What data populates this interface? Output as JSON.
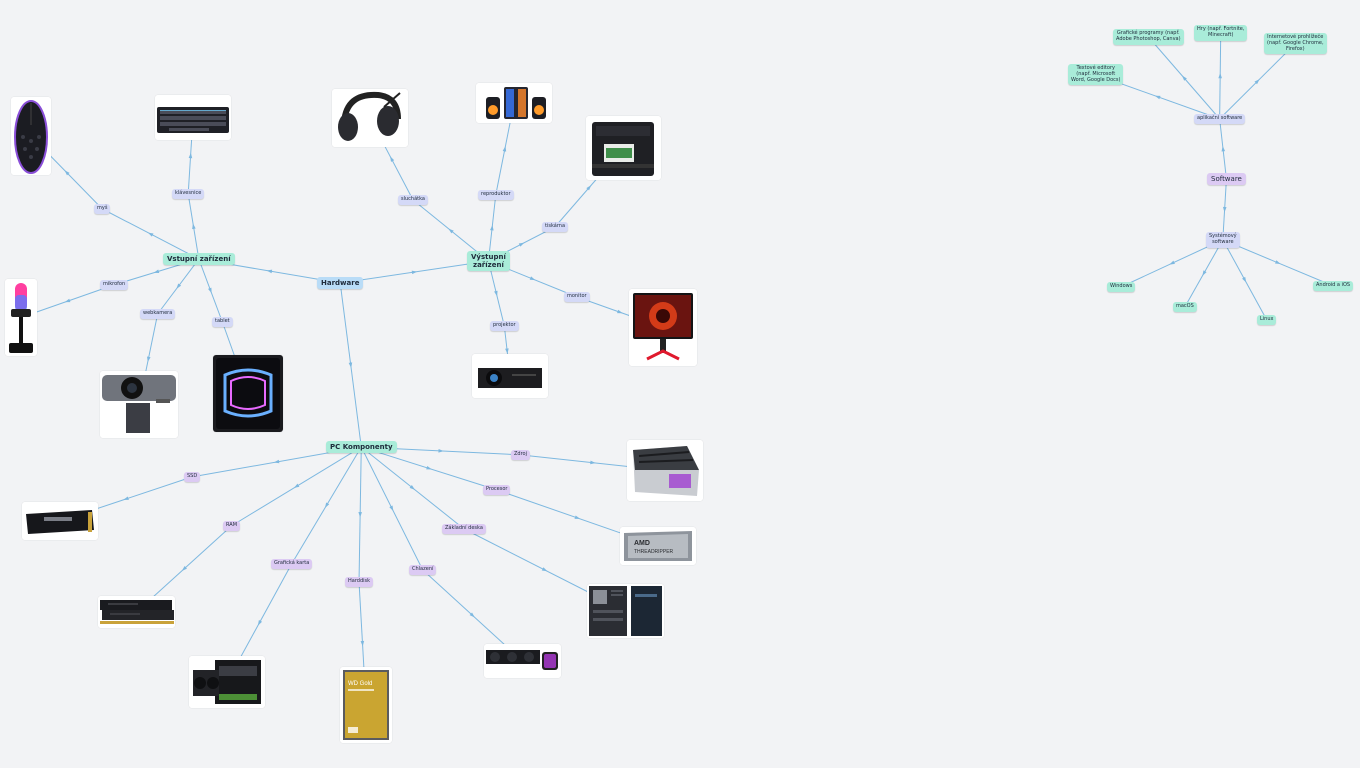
{
  "nodes": {
    "hardware": "Hardware",
    "vstupni": "Vstupní zařízení",
    "vystupni": "Výstupní\nzařízení",
    "pc": "PC Komponenty",
    "mys": "myš",
    "klavesnice": "klávesnice",
    "mikrofon": "mikrofon",
    "webkamera": "webkamera",
    "tablet": "tablet",
    "sluchatka": "sluchátka",
    "reproduktor": "reproduktor",
    "tiskarna": "tiskárna",
    "monitor": "monitor",
    "projektor": "projektor",
    "zdroj": "Zdroj",
    "ssd": "SSD",
    "procesor": "Procesor",
    "ram": "RAM",
    "zakladni_deska": "Základní deska",
    "graficka_karta": "Grafická karta",
    "chlazeni": "Chlazení",
    "harddisk": "Harddisk",
    "software": "Software",
    "aplikacni": "aplikační software",
    "systemovy": "Systémový\nsoftware",
    "graficke": "Grafické programy (např.\nAdobe Photoshop, Canva)",
    "hry": "Hry (např. Fortnite,\nMinecraft)",
    "internetove": "Internetové prohlížeče\n(např. Google Chrome,\nFirefox)",
    "textove": "Textové editory\n(např. Microsoft\nWord, Google Docs)",
    "windows": "Windows",
    "macos": "macOS",
    "linux": "Linux",
    "android": "Android a iOS"
  },
  "images": {
    "mouse": "mouse",
    "keyboard": "keyboard",
    "microphone": "microphone",
    "webcam": "webcam",
    "tablet": "tablet",
    "headphones": "headphones",
    "speakers": "speakers",
    "printer": "printer",
    "monitor": "monitor",
    "projector": "projector",
    "psu": "power-supply",
    "ssd": "ssd",
    "cpu": "cpu",
    "ram": "ram",
    "motherboard": "motherboard",
    "gpu": "graphics-card",
    "cooler": "liquid-cooler",
    "hdd": "hard-disk"
  },
  "image_text": {
    "cpu_brand": "AMD",
    "cpu_model": "THREADRIPPER",
    "hdd_brand": "WD Gold"
  },
  "colors": {
    "background": "#f2f3f5",
    "edge": "#7db8e0",
    "hardware": "#b9dcf7",
    "teal": "#a9ecd9",
    "blue": "#d4d9f7",
    "purple": "#dccaf3"
  }
}
